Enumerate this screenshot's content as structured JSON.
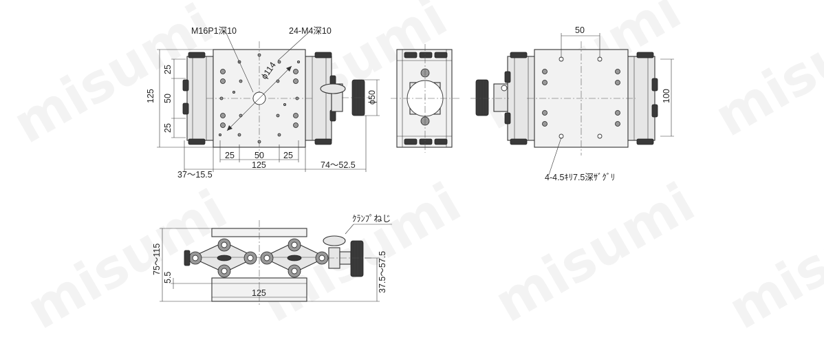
{
  "watermark": "misumi",
  "labels": {
    "m16": "M16P1深10",
    "m4": "24-M4深10",
    "phi114": "ϕ114",
    "phi50": "ϕ50",
    "counterbore": "4-4.5ｷﾘ7.5深ｻﾞｸﾞﾘ",
    "clamp": "ｸﾗﾝﾌﾟねじ"
  },
  "dimensions": {
    "top_25a": "25",
    "top_50": "50",
    "top_25b": "25",
    "top_125": "125",
    "bottom_25a": "25",
    "bottom_50": "50",
    "bottom_25b": "25",
    "bottom_125": "125",
    "offset_left": "37～15.5",
    "offset_right": "74～52.5",
    "right_50": "50",
    "right_100": "100",
    "front_height": "75～115",
    "front_55": "5.5",
    "front_125": "125",
    "front_right": "37.5～57.5"
  }
}
